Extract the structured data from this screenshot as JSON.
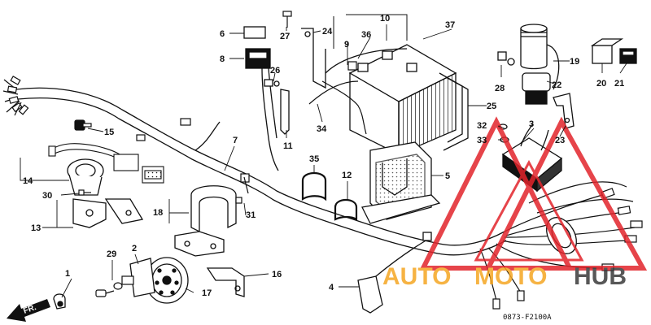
{
  "diagram": {
    "code": "0873-F2100A",
    "direction_label": "FR.",
    "watermark": {
      "part1": "AUTO",
      "part2": "MOTO",
      "part3": "HUB",
      "colors": {
        "red": "#e2242b",
        "orange": "#f5a623",
        "dark": "#3a3a3a"
      }
    },
    "callouts": [
      "1",
      "2",
      "3",
      "4",
      "5",
      "6",
      "7",
      "8",
      "9",
      "10",
      "11",
      "12",
      "13",
      "14",
      "15",
      "16",
      "17",
      "18",
      "19",
      "20",
      "21",
      "22",
      "23",
      "24",
      "25",
      "26",
      "27",
      "28",
      "29",
      "30",
      "31",
      "32",
      "33",
      "34",
      "35",
      "36",
      "37"
    ]
  }
}
